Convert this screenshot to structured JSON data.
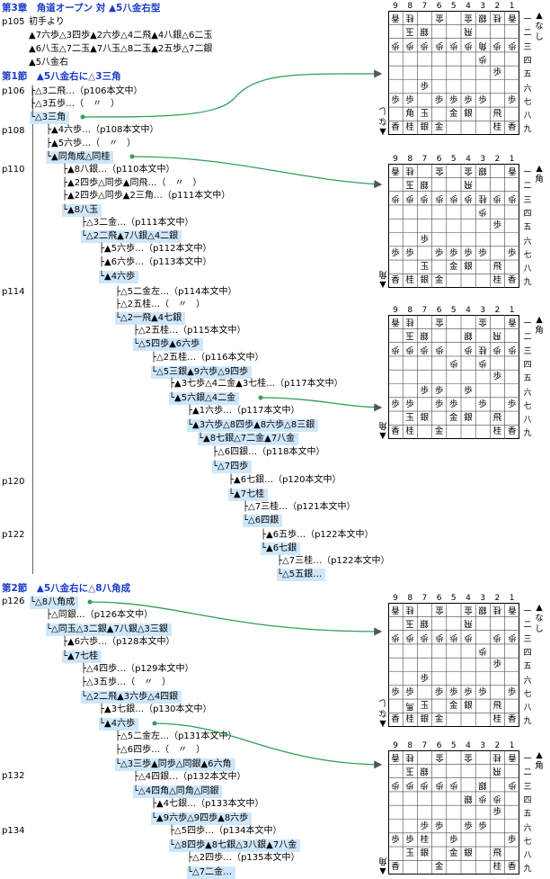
{
  "chapter_title": "第3章　角道オープン 対 ▲5八金右型",
  "intro_lines": [
    {
      "page": "p105",
      "text": "初手より"
    },
    {
      "page": "",
      "text": "▲7六歩△3四歩▲2六歩△4二飛▲4八銀△6二玉"
    },
    {
      "page": "",
      "text": "▲6八玉△7二玉▲7八玉△8二玉▲2五歩△7二銀"
    },
    {
      "page": "",
      "text": "▲5八金右"
    }
  ],
  "sections": [
    {
      "title": "第1節　▲5八金右に△3三角"
    },
    {
      "title": "第2節　▲5八金右に△8八角成"
    }
  ],
  "page_labels": [
    "p106",
    "p108",
    "p110",
    "p114",
    "p120",
    "p122",
    "p126",
    "p132",
    "p134"
  ],
  "moves": [
    "├△3二飛…（p106本文中）",
    "├△3五歩…（　〃　）",
    "└△3三角",
    "├▲4六歩…（p108本文中）",
    "├▲5六歩…（　〃　）",
    "└▲同角成△同桂",
    "├▲8八銀…（p110本文中）",
    "├▲2四歩△同歩▲同飛…（　〃　）",
    "├▲2四歩△同歩▲2三角…（p111本文中）",
    "└▲8八玉",
    "├△3二金…（p111本文中）",
    "└△2二飛▲7八銀△4二銀",
    "├▲5六歩…（p112本文中）",
    "├▲6六歩…（p113本文中）",
    "└▲4六歩",
    "├△5二金左…（p114本文中）",
    "├△2五桂…（　〃　）",
    "└△2一飛▲4七銀",
    "├△2五桂…（p115本文中）",
    "└△5四歩▲6六歩",
    "├△2五桂…（p116本文中）",
    "└△5三銀▲9六歩△9四歩",
    "├▲3七歩△4二金▲3七桂…（p117本文中）",
    "└▲5六銀△4二金",
    "├▲1六歩…（p117本文中）",
    "└▲3六歩△8四歩▲8六歩△8三銀",
    "└▲8七銀△7二金▲7八金",
    "├△6四銀…（p118本文中）",
    "└△7四歩",
    "├▲6七銀…（p120本文中）",
    "└▲7七桂",
    "├△7三桂…（p121本文中）",
    "└△6四銀",
    "├▲6五歩…（p122本文中）",
    "└▲6七銀",
    "├△7三桂…（p122本文中）",
    "└△5五銀…",
    "└△8八角成",
    "├△同銀…（p126本文中）",
    "└△同玉△3二銀▲7八銀△3三銀",
    "├▲6六歩…（p128本文中）",
    "└▲7七桂",
    "├△4四歩…（p129本文中）",
    "├△3五歩…（　〃　）",
    "└△2二飛▲3六歩△4四銀",
    "├▲3七銀…（p130本文中）",
    "└▲4六歩",
    "├△5二金左…（p131本文中）",
    "├△6四歩…（　〃　）",
    "└△3三歩▲同歩△同銀▲6六角",
    "├△4四銀…（p132本文中）",
    "└△4四角△同角△同銀",
    "├▲4七銀…（p133本文中）",
    "└▲9六歩△9四歩▲8六歩",
    "├△5四歩…（p134本文中）",
    "└△8四歩▲8七銀△3八銀▲7八金",
    "├△2四歩…（p135本文中）",
    "└△7二金…"
  ],
  "board_labels": {
    "files": [
      "9",
      "8",
      "7",
      "6",
      "5",
      "4",
      "3",
      "2",
      "1"
    ],
    "ranks": [
      "一",
      "二",
      "三",
      "四",
      "五",
      "六",
      "七",
      "八",
      "九"
    ]
  },
  "boards": [
    {
      "gote_hand": "なし",
      "sente_hand": "なし",
      "pieces": [
        {
          "sq": "91",
          "p": "香",
          "g": true
        },
        {
          "sq": "81",
          "p": "桂",
          "g": true
        },
        {
          "sq": "61",
          "p": "金",
          "g": true
        },
        {
          "sq": "41",
          "p": "金",
          "g": true
        },
        {
          "sq": "31",
          "p": "銀",
          "g": true
        },
        {
          "sq": "21",
          "p": "桂",
          "g": true
        },
        {
          "sq": "11",
          "p": "香",
          "g": true
        },
        {
          "sq": "82",
          "p": "玉",
          "g": true
        },
        {
          "sq": "72",
          "p": "銀",
          "g": true
        },
        {
          "sq": "42",
          "p": "飛",
          "g": true
        },
        {
          "sq": "33",
          "p": "角",
          "g": true
        },
        {
          "sq": "93",
          "p": "歩",
          "g": true
        },
        {
          "sq": "83",
          "p": "歩",
          "g": true
        },
        {
          "sq": "73",
          "p": "歩",
          "g": true
        },
        {
          "sq": "63",
          "p": "歩",
          "g": true
        },
        {
          "sq": "53",
          "p": "歩",
          "g": true
        },
        {
          "sq": "43",
          "p": "歩",
          "g": true
        },
        {
          "sq": "23",
          "p": "歩",
          "g": true
        },
        {
          "sq": "13",
          "p": "歩",
          "g": true
        },
        {
          "sq": "34",
          "p": "歩",
          "g": true
        },
        {
          "sq": "25",
          "p": "歩"
        },
        {
          "sq": "76",
          "p": "歩"
        },
        {
          "sq": "97",
          "p": "歩"
        },
        {
          "sq": "87",
          "p": "歩"
        },
        {
          "sq": "67",
          "p": "歩"
        },
        {
          "sq": "57",
          "p": "歩"
        },
        {
          "sq": "47",
          "p": "歩"
        },
        {
          "sq": "37",
          "p": "歩"
        },
        {
          "sq": "17",
          "p": "歩"
        },
        {
          "sq": "88",
          "p": "角"
        },
        {
          "sq": "78",
          "p": "玉"
        },
        {
          "sq": "58",
          "p": "金"
        },
        {
          "sq": "48",
          "p": "銀"
        },
        {
          "sq": "28",
          "p": "飛"
        },
        {
          "sq": "99",
          "p": "香"
        },
        {
          "sq": "89",
          "p": "桂"
        },
        {
          "sq": "79",
          "p": "銀"
        },
        {
          "sq": "69",
          "p": "金"
        },
        {
          "sq": "29",
          "p": "桂"
        },
        {
          "sq": "19",
          "p": "香"
        }
      ]
    },
    {
      "gote_hand": "角",
      "sente_hand": "角",
      "pieces": [
        {
          "sq": "91",
          "p": "香",
          "g": true
        },
        {
          "sq": "81",
          "p": "桂",
          "g": true
        },
        {
          "sq": "61",
          "p": "金",
          "g": true
        },
        {
          "sq": "41",
          "p": "金",
          "g": true
        },
        {
          "sq": "31",
          "p": "銀",
          "g": true
        },
        {
          "sq": "11",
          "p": "香",
          "g": true
        },
        {
          "sq": "82",
          "p": "玉",
          "g": true
        },
        {
          "sq": "72",
          "p": "銀",
          "g": true
        },
        {
          "sq": "42",
          "p": "飛",
          "g": true
        },
        {
          "sq": "33",
          "p": "桂",
          "g": true
        },
        {
          "sq": "93",
          "p": "歩",
          "g": true
        },
        {
          "sq": "83",
          "p": "歩",
          "g": true
        },
        {
          "sq": "73",
          "p": "歩",
          "g": true
        },
        {
          "sq": "63",
          "p": "歩",
          "g": true
        },
        {
          "sq": "53",
          "p": "歩",
          "g": true
        },
        {
          "sq": "43",
          "p": "歩",
          "g": true
        },
        {
          "sq": "23",
          "p": "歩",
          "g": true
        },
        {
          "sq": "13",
          "p": "歩",
          "g": true
        },
        {
          "sq": "34",
          "p": "歩",
          "g": true
        },
        {
          "sq": "25",
          "p": "歩"
        },
        {
          "sq": "76",
          "p": "歩"
        },
        {
          "sq": "97",
          "p": "歩"
        },
        {
          "sq": "87",
          "p": "歩"
        },
        {
          "sq": "67",
          "p": "歩"
        },
        {
          "sq": "57",
          "p": "歩"
        },
        {
          "sq": "47",
          "p": "歩"
        },
        {
          "sq": "37",
          "p": "歩"
        },
        {
          "sq": "17",
          "p": "歩"
        },
        {
          "sq": "78",
          "p": "玉"
        },
        {
          "sq": "58",
          "p": "金"
        },
        {
          "sq": "48",
          "p": "銀"
        },
        {
          "sq": "28",
          "p": "飛"
        },
        {
          "sq": "99",
          "p": "香"
        },
        {
          "sq": "89",
          "p": "桂"
        },
        {
          "sq": "79",
          "p": "銀"
        },
        {
          "sq": "69",
          "p": "金"
        },
        {
          "sq": "29",
          "p": "桂"
        },
        {
          "sq": "19",
          "p": "香"
        }
      ]
    },
    {
      "gote_hand": "角",
      "sente_hand": "角",
      "pieces": [
        {
          "sq": "91",
          "p": "香",
          "g": true
        },
        {
          "sq": "81",
          "p": "桂",
          "g": true
        },
        {
          "sq": "61",
          "p": "金",
          "g": true
        },
        {
          "sq": "31",
          "p": "金",
          "g": true
        },
        {
          "sq": "11",
          "p": "香",
          "g": true
        },
        {
          "sq": "82",
          "p": "玉",
          "g": true
        },
        {
          "sq": "72",
          "p": "銀",
          "g": true
        },
        {
          "sq": "42",
          "p": "銀",
          "g": true
        },
        {
          "sq": "22",
          "p": "飛",
          "g": true
        },
        {
          "sq": "93",
          "p": "歩",
          "g": true
        },
        {
          "sq": "83",
          "p": "歩",
          "g": true
        },
        {
          "sq": "73",
          "p": "歩",
          "g": true
        },
        {
          "sq": "63",
          "p": "歩",
          "g": true
        },
        {
          "sq": "43",
          "p": "歩",
          "g": true
        },
        {
          "sq": "33",
          "p": "桂",
          "g": true
        },
        {
          "sq": "23",
          "p": "歩",
          "g": true
        },
        {
          "sq": "13",
          "p": "歩",
          "g": true
        },
        {
          "sq": "54",
          "p": "歩",
          "g": true
        },
        {
          "sq": "34",
          "p": "歩",
          "g": true
        },
        {
          "sq": "25",
          "p": "歩"
        },
        {
          "sq": "76",
          "p": "歩"
        },
        {
          "sq": "66",
          "p": "歩"
        },
        {
          "sq": "46",
          "p": "歩"
        },
        {
          "sq": "97",
          "p": "歩"
        },
        {
          "sq": "87",
          "p": "歩"
        },
        {
          "sq": "67",
          "p": "歩"
        },
        {
          "sq": "57",
          "p": "歩"
        },
        {
          "sq": "37",
          "p": "歩"
        },
        {
          "sq": "17",
          "p": "歩"
        },
        {
          "sq": "88",
          "p": "玉"
        },
        {
          "sq": "78",
          "p": "銀"
        },
        {
          "sq": "58",
          "p": "金"
        },
        {
          "sq": "48",
          "p": "銀"
        },
        {
          "sq": "28",
          "p": "飛"
        },
        {
          "sq": "99",
          "p": "香"
        },
        {
          "sq": "89",
          "p": "桂"
        },
        {
          "sq": "69",
          "p": "金"
        },
        {
          "sq": "29",
          "p": "桂"
        },
        {
          "sq": "19",
          "p": "香"
        }
      ]
    },
    {
      "gote_hand": "なし",
      "sente_hand": "なし",
      "pieces": [
        {
          "sq": "91",
          "p": "香",
          "g": true
        },
        {
          "sq": "81",
          "p": "桂",
          "g": true
        },
        {
          "sq": "61",
          "p": "金",
          "g": true
        },
        {
          "sq": "41",
          "p": "金",
          "g": true
        },
        {
          "sq": "31",
          "p": "銀",
          "g": true
        },
        {
          "sq": "21",
          "p": "桂",
          "g": true
        },
        {
          "sq": "11",
          "p": "香",
          "g": true
        },
        {
          "sq": "82",
          "p": "玉",
          "g": true
        },
        {
          "sq": "72",
          "p": "銀",
          "g": true
        },
        {
          "sq": "42",
          "p": "飛",
          "g": true
        },
        {
          "sq": "93",
          "p": "歩",
          "g": true
        },
        {
          "sq": "83",
          "p": "歩",
          "g": true
        },
        {
          "sq": "73",
          "p": "歩",
          "g": true
        },
        {
          "sq": "63",
          "p": "歩",
          "g": true
        },
        {
          "sq": "53",
          "p": "歩",
          "g": true
        },
        {
          "sq": "43",
          "p": "歩",
          "g": true
        },
        {
          "sq": "23",
          "p": "歩",
          "g": true
        },
        {
          "sq": "13",
          "p": "歩",
          "g": true
        },
        {
          "sq": "34",
          "p": "歩",
          "g": true
        },
        {
          "sq": "25",
          "p": "歩"
        },
        {
          "sq": "76",
          "p": "歩"
        },
        {
          "sq": "97",
          "p": "歩"
        },
        {
          "sq": "87",
          "p": "歩"
        },
        {
          "sq": "67",
          "p": "歩"
        },
        {
          "sq": "57",
          "p": "歩"
        },
        {
          "sq": "47",
          "p": "歩"
        },
        {
          "sq": "37",
          "p": "歩"
        },
        {
          "sq": "17",
          "p": "歩"
        },
        {
          "sq": "88",
          "p": "馬",
          "g": true
        },
        {
          "sq": "78",
          "p": "玉"
        },
        {
          "sq": "58",
          "p": "金"
        },
        {
          "sq": "48",
          "p": "銀"
        },
        {
          "sq": "28",
          "p": "飛"
        },
        {
          "sq": "99",
          "p": "香"
        },
        {
          "sq": "89",
          "p": "桂"
        },
        {
          "sq": "79",
          "p": "銀"
        },
        {
          "sq": "69",
          "p": "金"
        },
        {
          "sq": "29",
          "p": "桂"
        },
        {
          "sq": "19",
          "p": "香"
        }
      ]
    },
    {
      "gote_hand": "角",
      "sente_hand": "角",
      "pieces": [
        {
          "sq": "91",
          "p": "香",
          "g": true
        },
        {
          "sq": "81",
          "p": "桂",
          "g": true
        },
        {
          "sq": "61",
          "p": "金",
          "g": true
        },
        {
          "sq": "41",
          "p": "金",
          "g": true
        },
        {
          "sq": "21",
          "p": "桂",
          "g": true
        },
        {
          "sq": "11",
          "p": "香",
          "g": true
        },
        {
          "sq": "82",
          "p": "玉",
          "g": true
        },
        {
          "sq": "72",
          "p": "銀",
          "g": true
        },
        {
          "sq": "22",
          "p": "飛",
          "g": true
        },
        {
          "sq": "93",
          "p": "歩",
          "g": true
        },
        {
          "sq": "83",
          "p": "歩",
          "g": true
        },
        {
          "sq": "73",
          "p": "歩",
          "g": true
        },
        {
          "sq": "63",
          "p": "歩",
          "g": true
        },
        {
          "sq": "53",
          "p": "歩",
          "g": true
        },
        {
          "sq": "33",
          "p": "銀",
          "g": true
        },
        {
          "sq": "13",
          "p": "歩",
          "g": true
        },
        {
          "sq": "44",
          "p": "銀",
          "g": true
        },
        {
          "sq": "34",
          "p": "歩",
          "g": true
        },
        {
          "sq": "24",
          "p": "歩",
          "g": true
        },
        {
          "sq": "25",
          "p": "歩"
        },
        {
          "sq": "76",
          "p": "歩"
        },
        {
          "sq": "66",
          "p": "歩"
        },
        {
          "sq": "46",
          "p": "歩"
        },
        {
          "sq": "36",
          "p": "歩"
        },
        {
          "sq": "97",
          "p": "歩"
        },
        {
          "sq": "87",
          "p": "歩"
        },
        {
          "sq": "77",
          "p": "桂"
        },
        {
          "sq": "57",
          "p": "歩"
        },
        {
          "sq": "17",
          "p": "歩"
        },
        {
          "sq": "88",
          "p": "玉"
        },
        {
          "sq": "78",
          "p": "銀"
        },
        {
          "sq": "58",
          "p": "金"
        },
        {
          "sq": "48",
          "p": "銀"
        },
        {
          "sq": "28",
          "p": "飛"
        },
        {
          "sq": "99",
          "p": "香"
        },
        {
          "sq": "69",
          "p": "金"
        },
        {
          "sq": "29",
          "p": "桂"
        },
        {
          "sq": "19",
          "p": "香"
        }
      ]
    }
  ]
}
